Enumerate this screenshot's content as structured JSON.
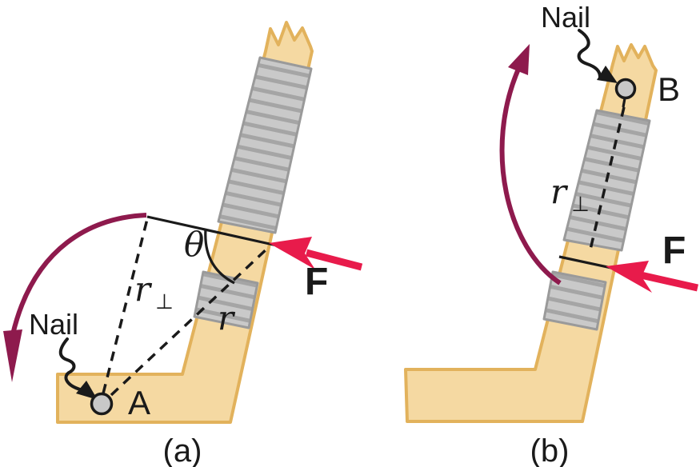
{
  "figure": {
    "description_role": "torque-on-hockey-stick-figure"
  },
  "panel_a": {
    "nail_label": "Nail",
    "pivot_label": "A",
    "angle_label": "θ",
    "r_perp_symbol": "r",
    "r_perp_sub": "⊥",
    "r_label": "r",
    "force_label": "F",
    "caption": "(a)"
  },
  "panel_b": {
    "nail_label": "Nail",
    "pivot_label": "B",
    "r_perp_symbol": "r",
    "r_perp_sub": "⊥",
    "force_label": "F",
    "caption": "(b)"
  },
  "colors": {
    "stick_fill": "#f5d9a2",
    "stick_border": "#e2b25c",
    "tape_fill": "#c9c9c9",
    "tape_stripe": "#a5a5a5",
    "tape_border": "#9a9a9a",
    "nail_fill": "#c8c8c8",
    "force_red": "#e81b4b",
    "rotation_maroon": "#8e1a4d",
    "ink_black": "#1a1a1a"
  }
}
